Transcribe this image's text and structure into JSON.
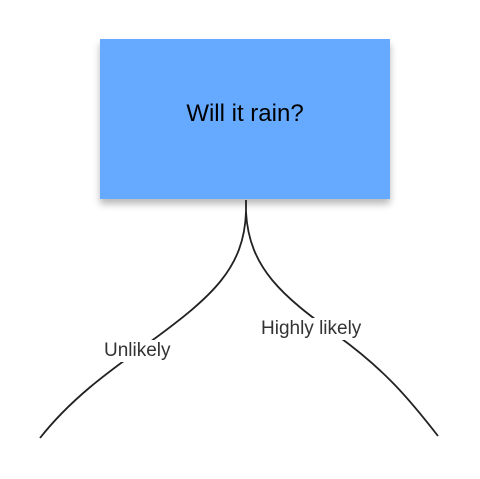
{
  "diagram": {
    "root": {
      "label": "Will it rain?",
      "fill_color": "#66aaff"
    },
    "branches": [
      {
        "label": "Unlikely"
      },
      {
        "label": "Highly likely"
      }
    ],
    "line_color": "#222222"
  }
}
